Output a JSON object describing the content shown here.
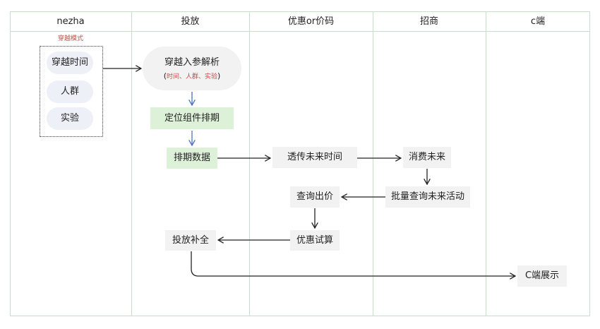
{
  "lanes": [
    "nezha",
    "投放",
    "优惠or价码",
    "招商",
    "c端"
  ],
  "nezha": {
    "caption": "穿越模式",
    "items": [
      "穿越时间",
      "人群",
      "实验"
    ]
  },
  "nodes": {
    "parse_title": "穿越入参解析",
    "parse_open": "(",
    "parse_sub": "时间、人群、实验",
    "parse_close": ")",
    "schedule": "定位组件排期",
    "schedule_data": "排期数据",
    "pass_time": "透传未来时间",
    "consume_future": "消费未来",
    "batch_query": "批量查询未来活动",
    "query_price": "查询出价",
    "discount_calc": "优惠试算",
    "delivery_complete": "投放补全",
    "c_display": "C端展示"
  },
  "colors": {
    "lane_border": "#c9dccd",
    "green_fill": "#ddf1d9",
    "gray_fill": "#f2f2f2",
    "pill_fill": "#eef0f8",
    "blue_arrow": "#4a6fc4",
    "caption_red": "#c0504d"
  }
}
